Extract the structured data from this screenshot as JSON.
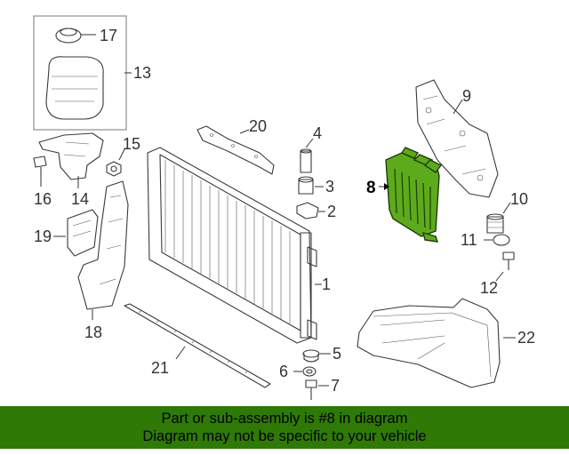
{
  "callouts": {
    "c1": "1",
    "c2": "2",
    "c3": "3",
    "c4": "4",
    "c5": "5",
    "c6": "6",
    "c7": "7",
    "c8": "8",
    "c9": "9",
    "c10": "10",
    "c11": "11",
    "c12": "12",
    "c13": "13",
    "c14": "14",
    "c15": "15",
    "c16": "16",
    "c17": "17",
    "c19": "19",
    "c20": "20",
    "c21": "21",
    "c22": "22",
    "c18": "18"
  },
  "highlighted_part": "8",
  "colors": {
    "highlight": "#5dab1c",
    "banner": "#2f7a06"
  },
  "banner": {
    "line1": "Part or sub-assembly is #8 in diagram",
    "line2": "Diagram may not be specific to your vehicle"
  }
}
